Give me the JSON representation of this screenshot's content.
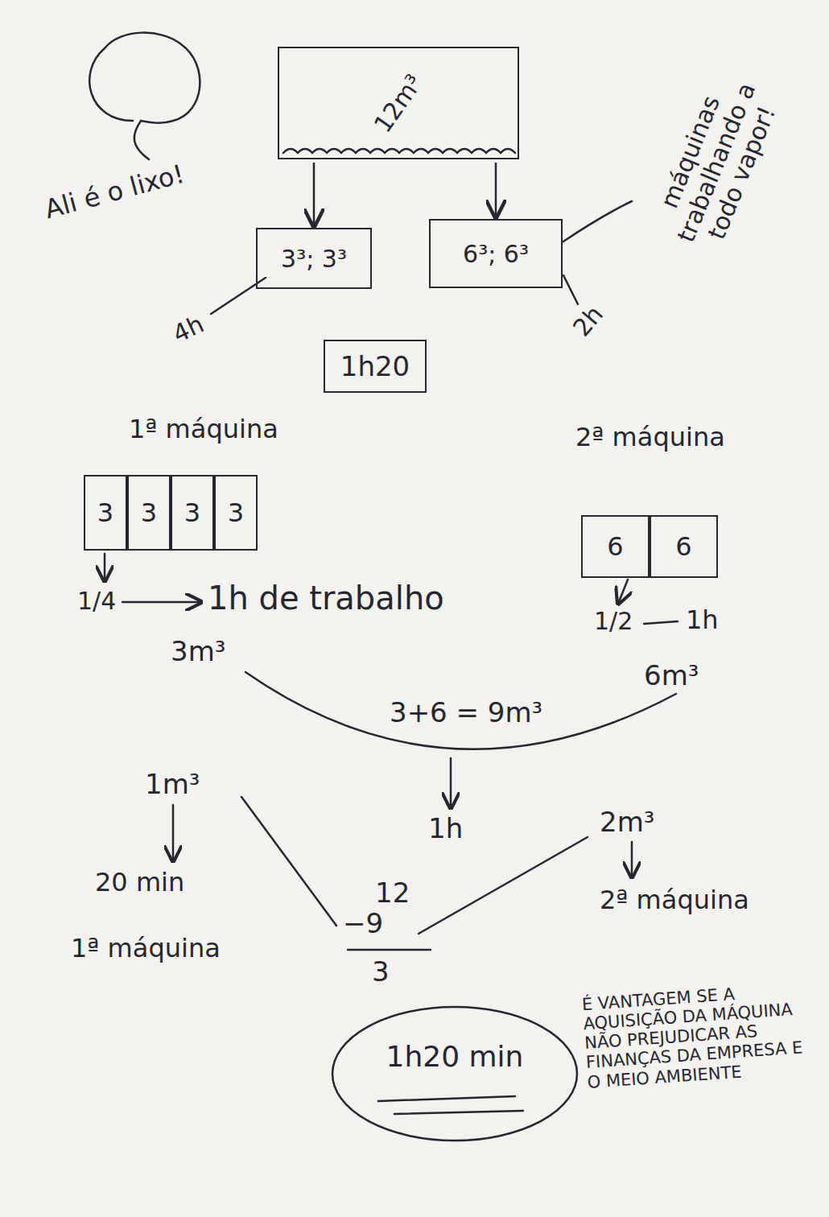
{
  "diagram": {
    "nodes": [
      {
        "text": [
          "12m³"
        ]
      },
      {
        "text": [
          "3³; 3³"
        ]
      },
      {
        "text": [
          "6³; 6³"
        ]
      },
      {
        "text": [
          "1h20"
        ]
      },
      {
        "text": [
          "3"
        ]
      },
      {
        "text": [
          "3"
        ]
      },
      {
        "text": [
          "3"
        ]
      },
      {
        "text": [
          "3"
        ]
      },
      {
        "text": [
          "6"
        ]
      },
      {
        "text": [
          "6"
        ]
      },
      {
        "text": [
          "1h20 min"
        ]
      }
    ],
    "edges": [
      {
        "from": 0,
        "to": 1,
        "arrow": "to"
      },
      {
        "from": 0,
        "to": 2,
        "arrow": "to"
      }
    ],
    "labels": [
      "Ali é o lixo!",
      "máquinas trabalhando a todo vapor!",
      "4h",
      "2h",
      "1ª máquina",
      "2ª máquina",
      "1/4",
      "1h de trabalho",
      "1/2",
      "1h",
      "3m³",
      "6m³",
      "3+6 = 9m³",
      "1h",
      "1m³",
      "20 min",
      "1ª máquina",
      "2m³",
      "2ª máquina",
      "12",
      "−9",
      "3",
      "É VANTAGEM SE A AQUISIÇÃO DA MÁQUINA NÃO PREJUDICAR AS FINANÇAS DA EMPRESA E O MEIO AMBIENTE"
    ]
  }
}
